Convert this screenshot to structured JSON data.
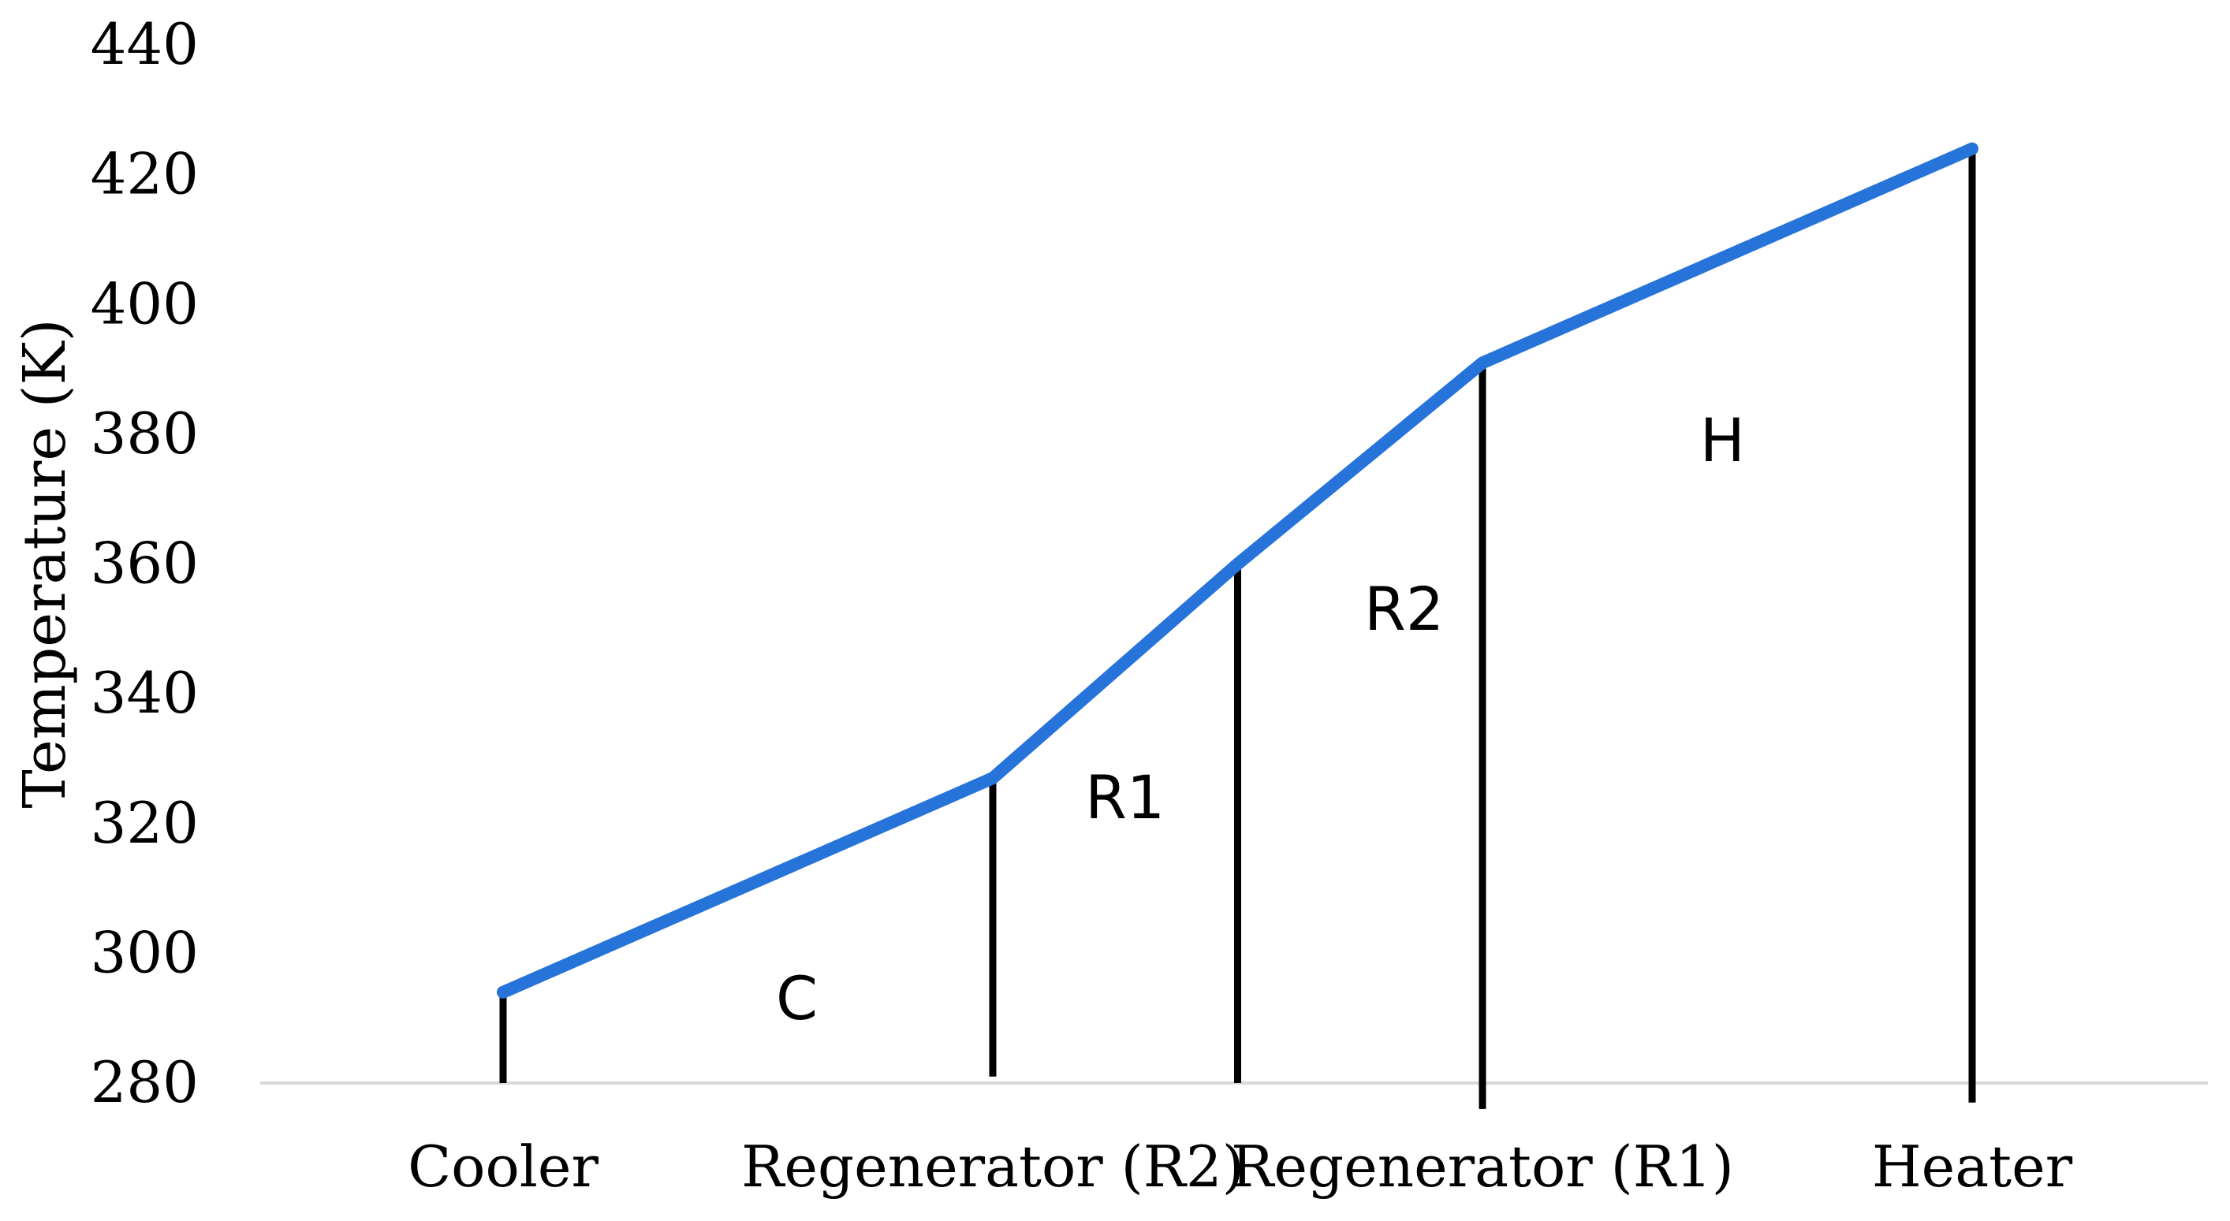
{
  "chart_data": {
    "type": "line",
    "ylabel": "Temperature (K)",
    "xlabel": "",
    "ylim": [
      280,
      440
    ],
    "yticks": [
      280,
      300,
      320,
      340,
      360,
      380,
      400,
      420,
      440
    ],
    "grid": false,
    "categories": [
      "Cooler",
      "Regenerator (R2)",
      "Regenerator (R1)",
      "Heater"
    ],
    "line": {
      "color": "#2673d9",
      "points": [
        {
          "x": 0.0,
          "y": 294
        },
        {
          "x": 1.0,
          "y": 327
        },
        {
          "x": 1.5,
          "y": 360
        },
        {
          "x": 2.0,
          "y": 391
        },
        {
          "x": 3.0,
          "y": 424
        }
      ]
    },
    "vertical_lines": [
      {
        "x": 0.0,
        "top": 294,
        "bottom": 280
      },
      {
        "x": 1.0,
        "top": 327,
        "bottom": 281
      },
      {
        "x": 1.5,
        "top": 360,
        "bottom": 280
      },
      {
        "x": 2.0,
        "top": 391,
        "bottom": 276
      },
      {
        "x": 3.0,
        "top": 424,
        "bottom": 277
      }
    ],
    "region_labels": [
      {
        "text": "C",
        "x": 0.6,
        "y": 293
      },
      {
        "text": "R1",
        "x": 1.27,
        "y": 324
      },
      {
        "text": "R2",
        "x": 1.84,
        "y": 353
      },
      {
        "text": "H",
        "x": 2.49,
        "y": 379
      }
    ]
  }
}
